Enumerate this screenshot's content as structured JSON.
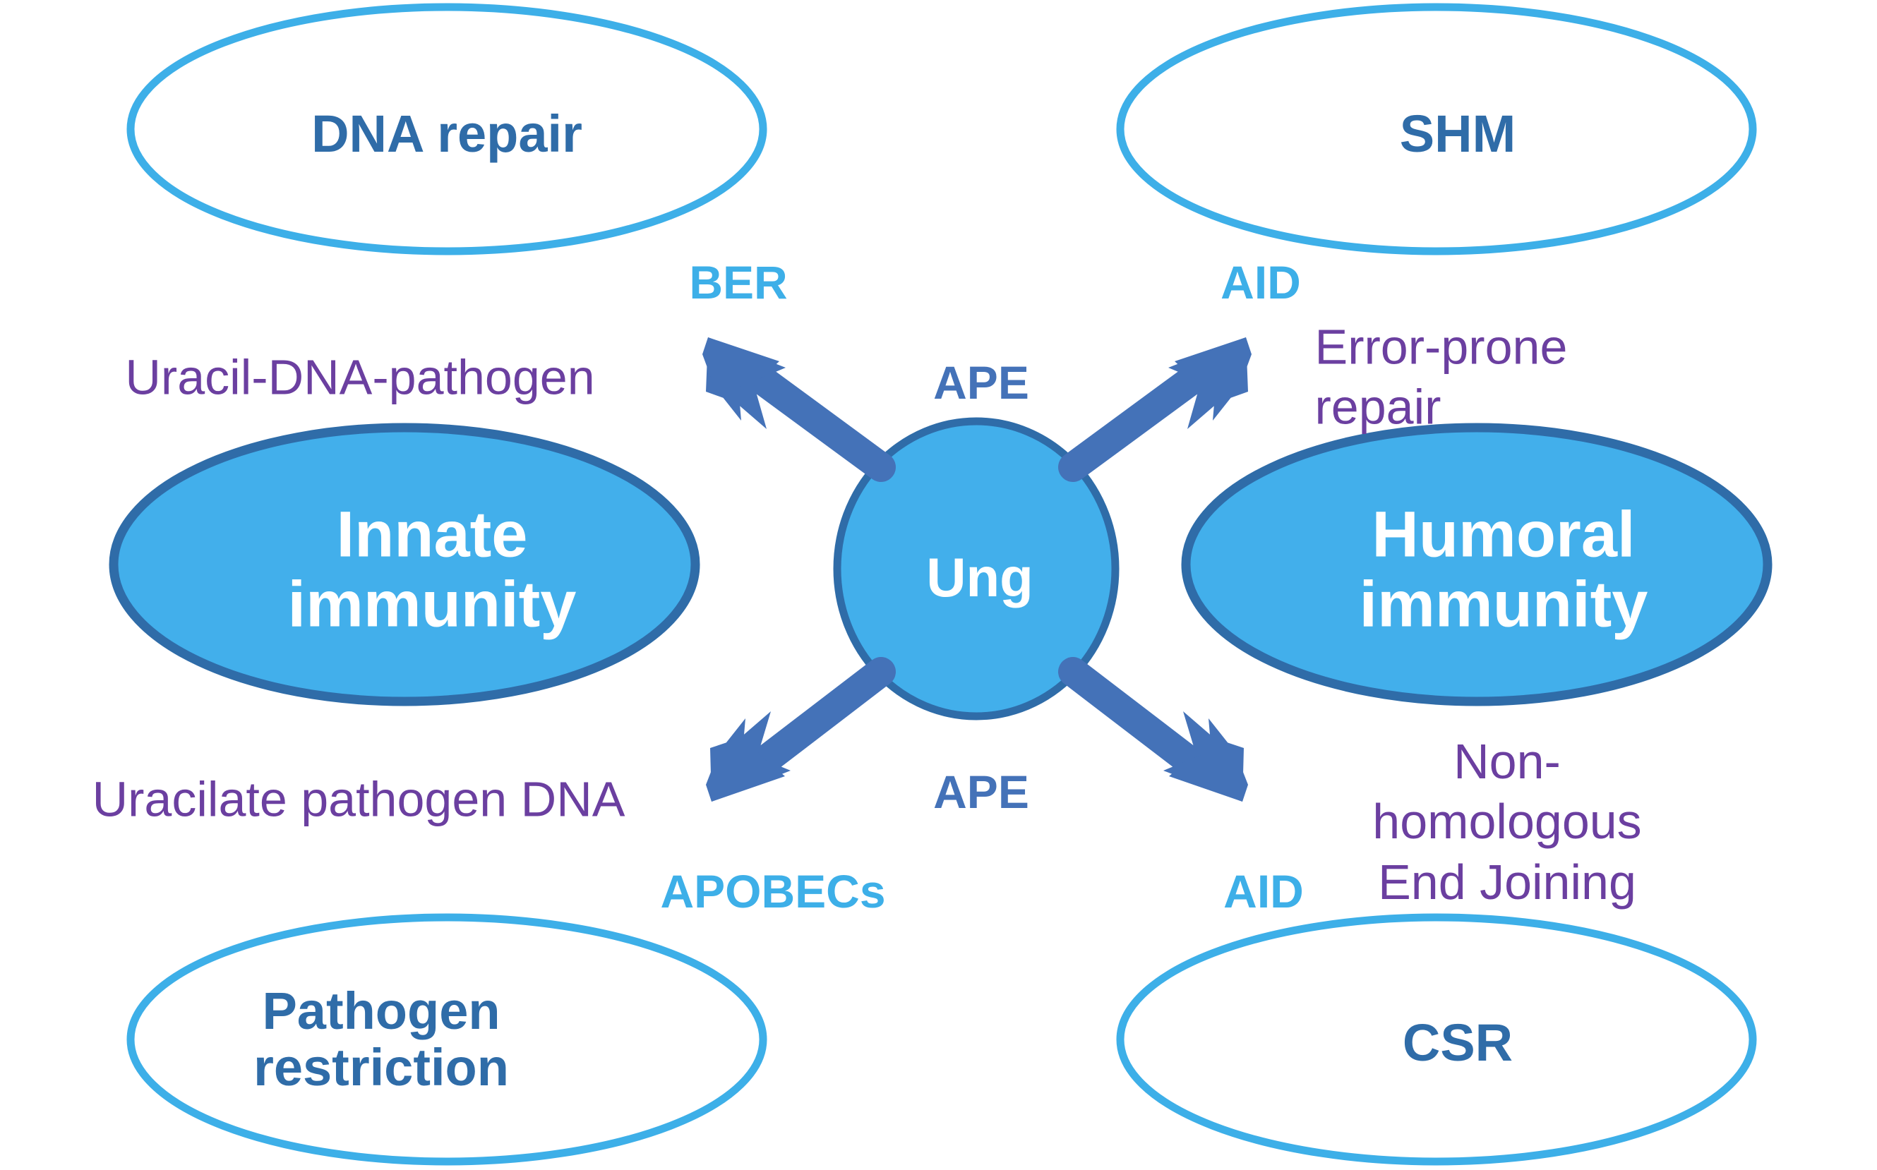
{
  "diagram": {
    "title": "Ung central roles in DNA repair and immunity",
    "colors": {
      "outline_ellipse_stroke": "#3DAFE8",
      "filled_ellipse_fill": "#42AFEB",
      "filled_ellipse_stroke": "#2F6CA8",
      "arrow": "#4472B8",
      "outline_node_text": "#2F6CA8",
      "filled_node_text": "#FFFFFF",
      "enzyme_text": "#3DAFE8",
      "ape_text": "#4472B8",
      "process_text": "#6B3FA0",
      "background": "#FFFFFF"
    },
    "center_node": {
      "label": "Ung"
    },
    "outline_nodes": [
      {
        "id": "dna-repair",
        "label": "DNA repair"
      },
      {
        "id": "shm",
        "label": "SHM"
      },
      {
        "id": "pathogen-restriction",
        "label": "Pathogen\nrestriction"
      },
      {
        "id": "csr",
        "label": "CSR"
      }
    ],
    "filled_nodes": [
      {
        "id": "innate-immunity",
        "label": "Innate\nimmunity"
      },
      {
        "id": "humoral-immunity",
        "label": "Humoral\nimmunity"
      }
    ],
    "enzyme_labels": [
      {
        "id": "ber",
        "label": "BER"
      },
      {
        "id": "aid-top",
        "label": "AID"
      },
      {
        "id": "apobecs",
        "label": "APOBECs"
      },
      {
        "id": "aid-bottom",
        "label": "AID"
      }
    ],
    "ape_labels": [
      {
        "id": "ape-top",
        "label": "APE"
      },
      {
        "id": "ape-bottom",
        "label": "APE"
      }
    ],
    "process_labels": [
      {
        "id": "uracil-dna-pathogen",
        "label": "Uracil-DNA-pathogen"
      },
      {
        "id": "error-prone-repair",
        "label": "Error-prone repair"
      },
      {
        "id": "uracilate-pathogen-dna",
        "label": "Uracilate pathogen DNA"
      },
      {
        "id": "nhej",
        "label": "Non-homologous\nEnd Joining"
      }
    ],
    "arrows": [
      {
        "id": "arrow-up-left",
        "direction": "up-left",
        "from": "Ung",
        "to": "DNA repair"
      },
      {
        "id": "arrow-up-right",
        "direction": "up-right",
        "from": "Ung",
        "to": "SHM"
      },
      {
        "id": "arrow-down-left",
        "direction": "down-left",
        "from": "Ung",
        "to": "Pathogen restriction"
      },
      {
        "id": "arrow-down-right",
        "direction": "down-right",
        "from": "Ung",
        "to": "CSR"
      }
    ]
  }
}
